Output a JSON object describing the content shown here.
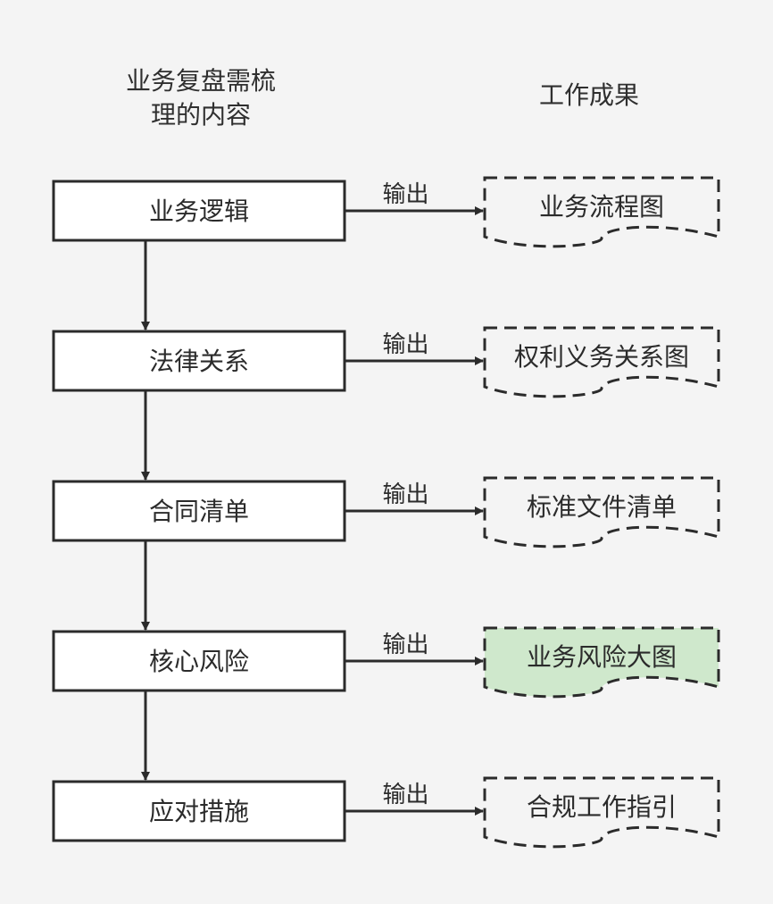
{
  "headers": {
    "left": "业务复盘需梳\n理的内容",
    "right": "工作成果"
  },
  "colors": {
    "background": "#f4f4f4",
    "stroke": "#2b2b2b",
    "highlight_fill": "#cfe8cc"
  },
  "rows": [
    {
      "step": "业务逻辑",
      "output_label": "输出",
      "result": "业务流程图",
      "highlighted": false
    },
    {
      "step": "法律关系",
      "output_label": "输出",
      "result": "权利义务关系图",
      "highlighted": false
    },
    {
      "step": "合同清单",
      "output_label": "输出",
      "result": "标准文件清单",
      "highlighted": false
    },
    {
      "step": "核心风险",
      "output_label": "输出",
      "result": "业务风险大图",
      "highlighted": true
    },
    {
      "step": "应对措施",
      "output_label": "输出",
      "result": "合规工作指引",
      "highlighted": false
    }
  ]
}
